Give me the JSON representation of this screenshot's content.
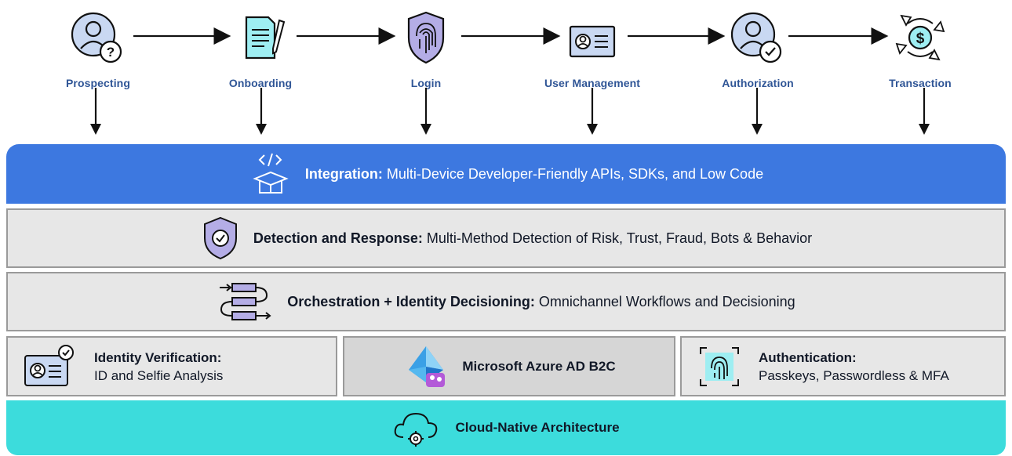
{
  "journey": {
    "steps": [
      {
        "label": "Prospecting",
        "icon": "user-question-icon"
      },
      {
        "label": "Onboarding",
        "icon": "document-pen-icon"
      },
      {
        "label": "Login",
        "icon": "fingerprint-shield-icon"
      },
      {
        "label": "User Management",
        "icon": "id-card-icon"
      },
      {
        "label": "Authorization",
        "icon": "user-check-icon"
      },
      {
        "label": "Transaction",
        "icon": "dollar-exchange-icon"
      }
    ]
  },
  "layers": {
    "integration": {
      "bold": "Integration:",
      "text": " Multi-Device Developer-Friendly APIs, SDKs, and Low Code",
      "icon": "code-box-icon"
    },
    "detection": {
      "bold": "Detection and Response:",
      "text": " Multi-Method Detection of Risk, Trust, Fraud, Bots & Behavior",
      "icon": "shield-check-icon"
    },
    "orchestration": {
      "bold": "Orchestration + Identity Decisioning:",
      "text": " Omnichannel Workflows and Decisioning",
      "icon": "workflow-icon"
    },
    "identity_verification": {
      "title": "Identity Verification:",
      "subtitle": "ID and Selfie Analysis",
      "icon": "id-verified-icon"
    },
    "azure": {
      "label": "Microsoft Azure AD B2C",
      "icon": "azure-ad-b2c-icon"
    },
    "authentication": {
      "title": "Authentication:",
      "subtitle": "Passkeys, Passwordless & MFA",
      "icon": "fingerprint-scan-icon"
    },
    "cloud": {
      "label": "Cloud-Native Architecture",
      "icon": "cloud-gear-icon"
    }
  },
  "colors": {
    "navy": "#2f5596",
    "integration_blue": "#3d78e0",
    "cloud_teal": "#3cdcdc",
    "icon_fill_blue": "#c9d8f2",
    "icon_fill_teal": "#9eeef2",
    "icon_fill_purple": "#b4ade6"
  }
}
